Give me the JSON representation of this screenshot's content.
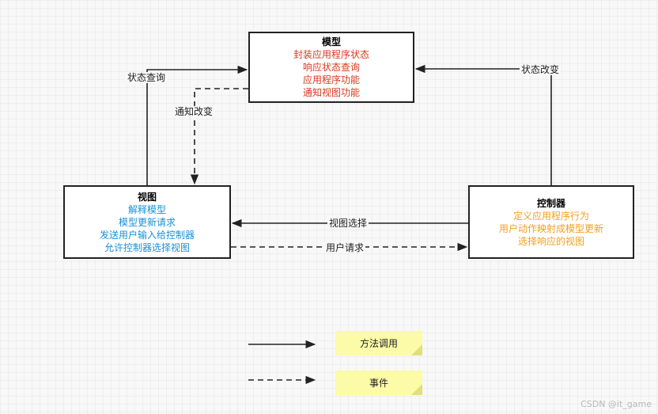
{
  "model": {
    "title": "模型",
    "lines": [
      "封装应用程序状态",
      "响应状态查询",
      "应用程序功能",
      "通知视图功能"
    ],
    "color": "#d9381e"
  },
  "view": {
    "title": "视图",
    "lines": [
      "解释模型",
      "模型更新请求",
      "发送用户输入给控制器",
      "允许控制器选择视图"
    ],
    "color": "#1a8fd6"
  },
  "controller": {
    "title": "控制器",
    "lines": [
      "定义应用程序行为",
      "用户动作映射成模型更新",
      "选择响应的视图"
    ],
    "color": "#f0a020"
  },
  "edges": {
    "status_query": "状态查询",
    "notify_change": "通知改变",
    "status_change": "状态改变",
    "view_select": "视图选择",
    "user_request": "用户请求"
  },
  "legend": {
    "method_call": "方法调用",
    "event": "事件"
  },
  "watermark": "CSDN @it_game"
}
